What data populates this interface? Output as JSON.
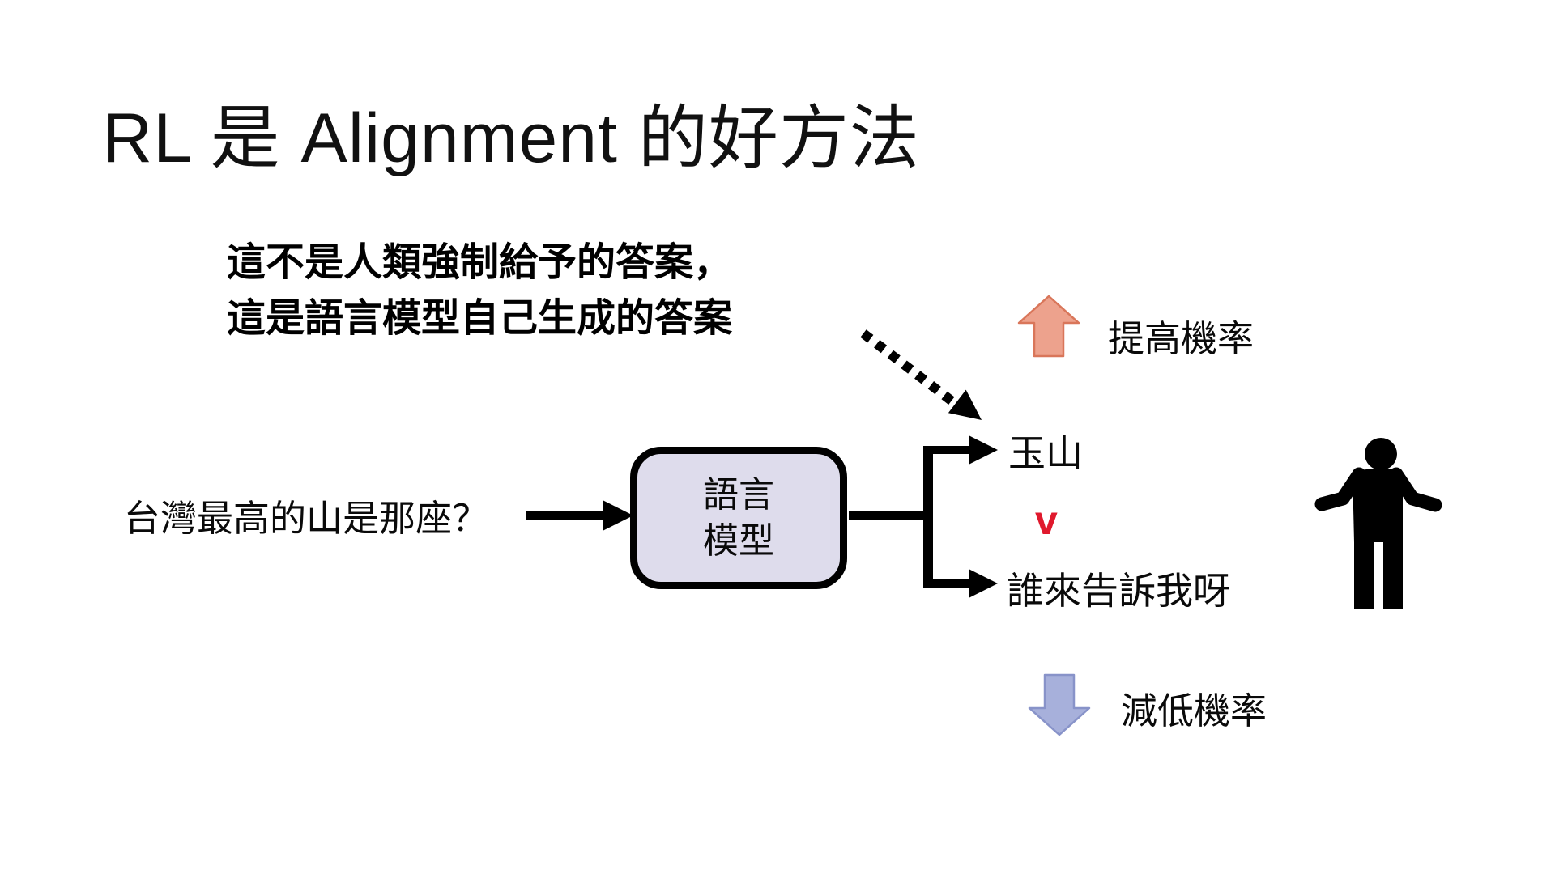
{
  "slide": {
    "title": "RL 是 Alignment 的好方法",
    "annotation": {
      "line1": "這不是人類強制給予的答案，",
      "line2": "這是語言模型自己生成的答案"
    },
    "input_question": "台灣最高的山是那座？",
    "model_box": {
      "line1": "語言",
      "line2": "模型"
    },
    "outputs": {
      "answer_preferred": "玉山",
      "comparison_mark": "v",
      "answer_rejected": "誰來告訴我呀"
    },
    "feedback": {
      "increase_label": "提高機率",
      "decrease_label": "減低機率"
    },
    "icons": {
      "increase": "up-block-arrow-icon",
      "decrease": "down-block-arrow-icon",
      "person": "shrugging-person-icon",
      "annotation_pointer": "dotted-arrow-icon"
    },
    "colors": {
      "increase_arrow_fill": "#EDA28D",
      "increase_arrow_border": "#D9765A",
      "decrease_arrow_fill": "#A7B0DB",
      "decrease_arrow_border": "#8893C9",
      "model_box_fill": "#DEDCEC",
      "comparison_red": "#E0192D",
      "ink": "#000000"
    }
  }
}
